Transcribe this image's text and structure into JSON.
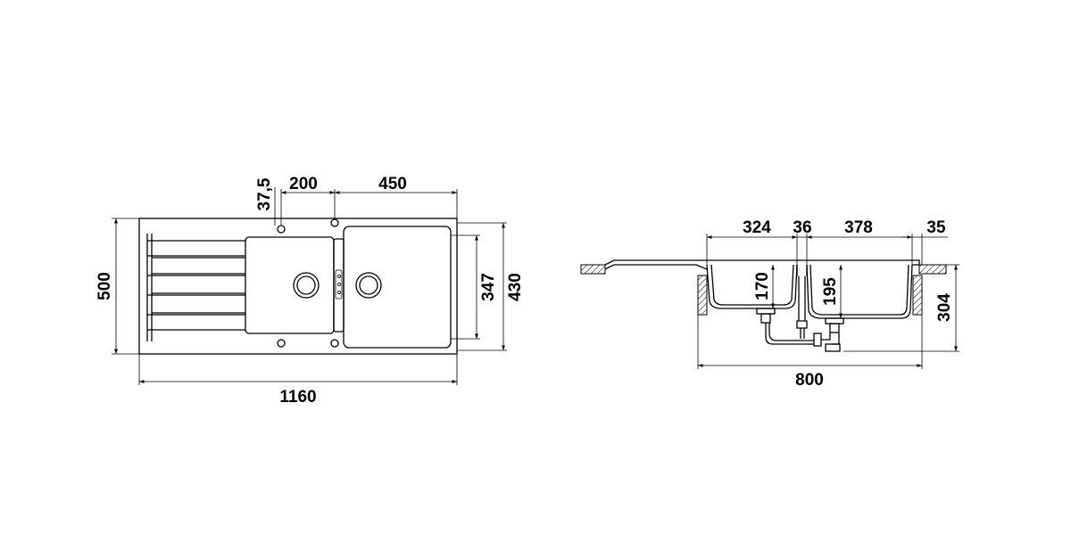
{
  "top_view": {
    "dimensions": {
      "hole_offset": "37,5",
      "tap_spacing": "200",
      "bowl_offset": "450",
      "overall_width": "1160",
      "overall_depth": "500",
      "bowl_depth_small": "347",
      "bowl_depth_large": "430"
    }
  },
  "side_view": {
    "dimensions": {
      "left_bowl_width": "324",
      "divider_width": "36",
      "right_bowl_width": "378",
      "right_rim": "35",
      "left_bowl_depth": "170",
      "right_bowl_depth": "195",
      "total_height": "304",
      "cabinet_width": "800"
    }
  }
}
